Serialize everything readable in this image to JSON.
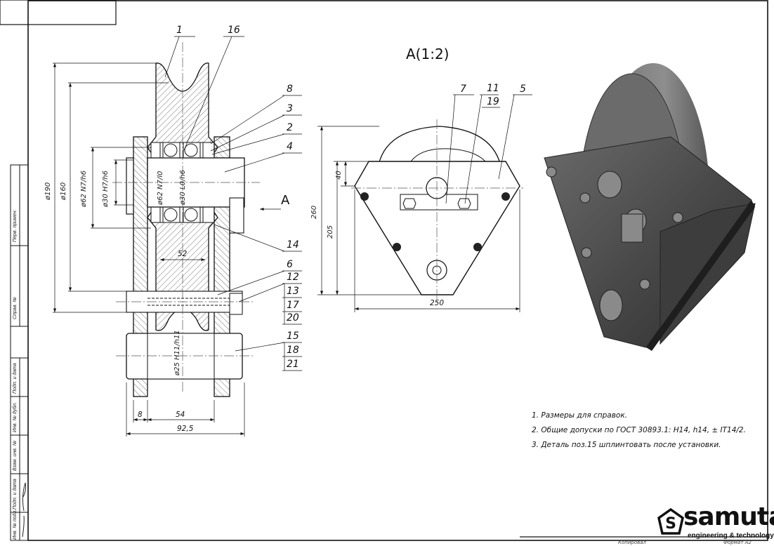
{
  "view_title": "A(1:2)",
  "side_strip": [
    "Перв. примен.",
    "Справ. №",
    "Подп. и дата",
    "Инв. № дубл.",
    "Взам. инв. №",
    "Подп. и дата",
    "Инв. № подл."
  ],
  "section_view": {
    "positions": [
      "1",
      "16",
      "8",
      "3",
      "2",
      "4",
      "14",
      "6",
      "12",
      "13",
      "17",
      "20",
      "15",
      "18",
      "21"
    ],
    "dims": {
      "d190": "ø190",
      "d160": "ø160",
      "d62_fit": "ø62 N7/h6",
      "d30_fit": "ø30 H7/h6",
      "d62_inner": "ø62 N7/l0",
      "d30_inner": "ø30 L0/h6",
      "d25": "ø25 H11/h11",
      "w52": "52",
      "w8": "8",
      "w54": "54",
      "w92": "92,5"
    },
    "view_arrow": "A"
  },
  "view_a": {
    "positions": [
      "7",
      "11",
      "19",
      "5"
    ],
    "dims": {
      "h260": "260",
      "h205": "205",
      "h40": "40",
      "w250": "250"
    }
  },
  "notes": [
    "1. Размеры для справок.",
    "2. Общие допуски по ГОСТ 30893.1: H14, h14, ± IT14/2.",
    "3. Деталь поз.15 шплинтовать после установки."
  ],
  "footer": {
    "copied": "Копировал",
    "format": "Формат А2"
  },
  "logo": {
    "name": "samuta",
    "tagline": "engineering & technology"
  }
}
